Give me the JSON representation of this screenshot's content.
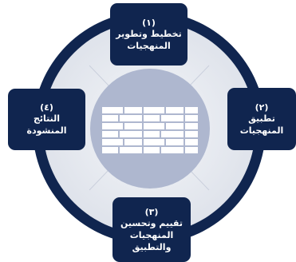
{
  "diagram": {
    "colors": {
      "box": "#10254f",
      "ring": "#10254f",
      "inner_fill": "#dfe3eb",
      "center_disc": "#aeb7cf",
      "logo_blocks": "#ffffff",
      "text": "#ffffff"
    },
    "center_logo": "stacked-blocks-logo",
    "stages": {
      "top": {
        "number": "(١)",
        "lines": [
          "تخطيط وتطوير",
          "المنهجيات"
        ]
      },
      "right": {
        "number": "(٢)",
        "lines": [
          "تطبيق",
          "المنهجيات"
        ]
      },
      "bottom": {
        "number": "(٣)",
        "lines": [
          "تقييم وتحسين",
          "المنهجيات",
          "والتطبيق"
        ]
      },
      "left": {
        "number": "(٤)",
        "lines": [
          "النتائج",
          "المنشودة"
        ]
      }
    }
  }
}
